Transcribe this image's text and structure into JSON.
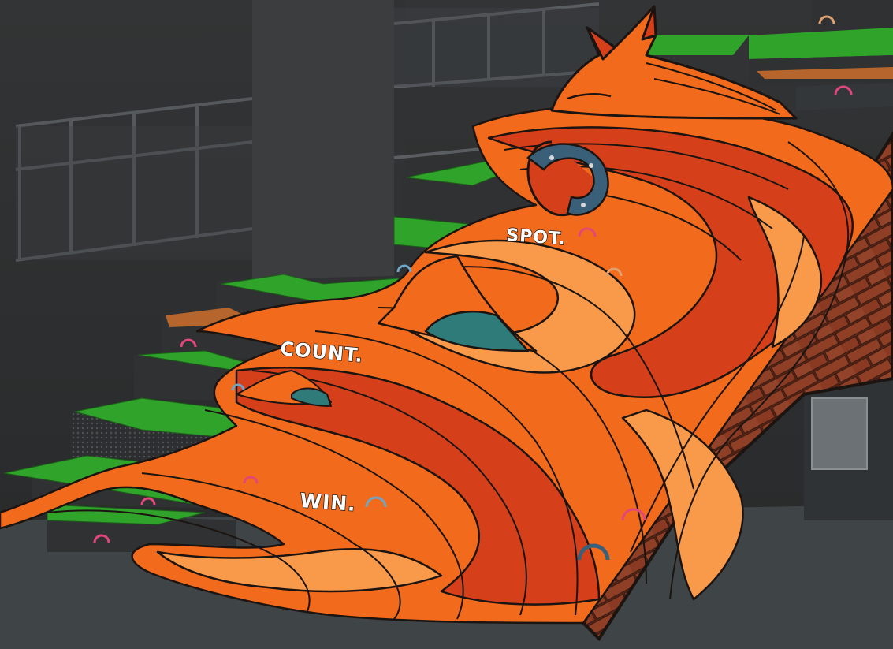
{
  "stair_words": {
    "spot": "SPOT.",
    "count": "COUNT.",
    "win": "WIN."
  },
  "colors": {
    "building": "#2b2d2e",
    "concrete": "#3a3c3e",
    "floor": "#454a4b",
    "stair_riser": "#2f3133",
    "grass": "#2fa32a",
    "tail_orange": "#f26a1b",
    "tail_red": "#d5401a",
    "tail_light": "#f89a4a",
    "outline": "#1b1411",
    "horseshoe_blue": "#3a5f78",
    "horseshoe_pink": "#e2477a",
    "hat_teal": "#2f7b7a",
    "wall_brick": "#8a3a22"
  },
  "icons": [
    "fox-head-icon",
    "horseshoe-icon",
    "hat-icon"
  ]
}
